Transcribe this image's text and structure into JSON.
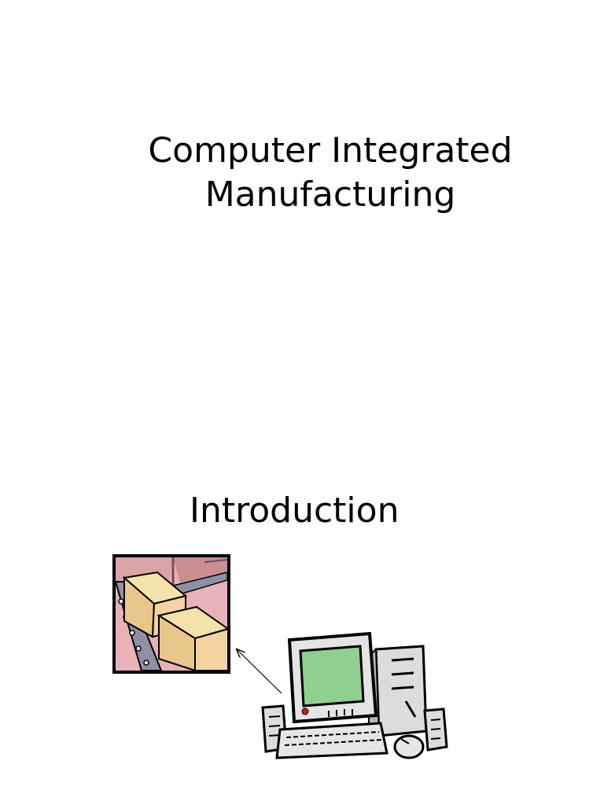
{
  "slide": {
    "title_line1": "Computer Integrated",
    "title_line2": "Manufacturing",
    "section_heading": "Introduction"
  },
  "illustrations": {
    "left_icon": "boxes-on-conveyor-icon",
    "right_icon": "desktop-computer-icon",
    "connector": "arrow-icon"
  }
}
